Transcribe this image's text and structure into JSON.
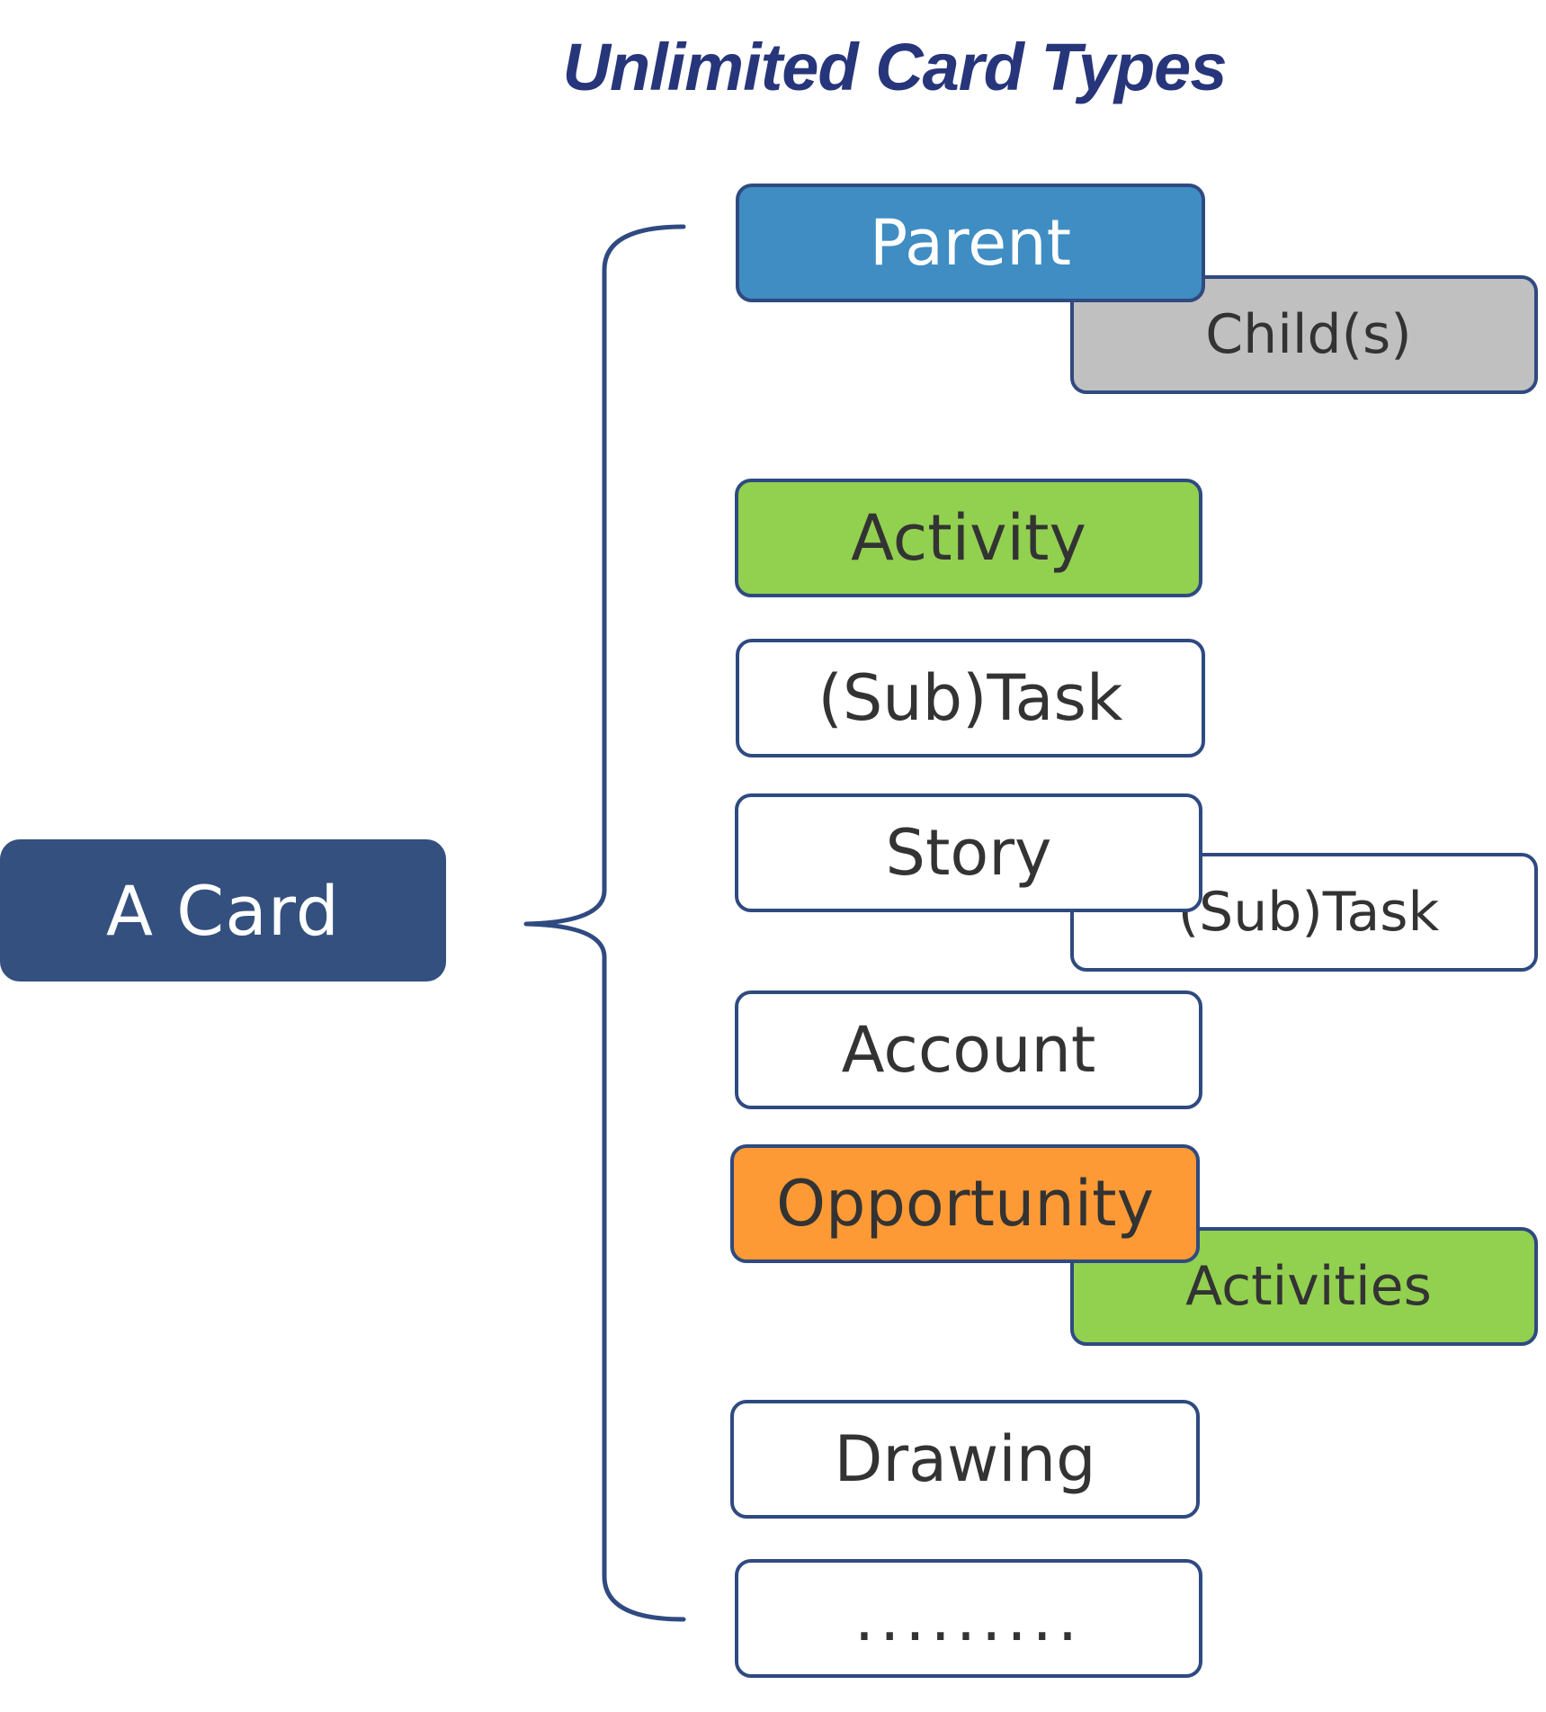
{
  "title": "Unlimited Card Types",
  "root": {
    "label": "A Card"
  },
  "colors": {
    "title": "#27357a",
    "root_fill": "#34507f",
    "outline": "#2f4a80",
    "parent_fill": "#3f8dc3",
    "child_fill": "#c0c0c0",
    "activity_fill": "#92d050",
    "opportunity_fill": "#fd9a35",
    "plain_fill": "#ffffff"
  },
  "card_types": {
    "parent": "Parent",
    "child": "Child(s)",
    "activity": "Activity",
    "subtask": "(Sub)Task",
    "story": "Story",
    "story_subtask": "(Sub)Task",
    "account": "Account",
    "opportunity": "Opportunity",
    "activities": "Activities",
    "drawing": "Drawing",
    "more": "........."
  }
}
